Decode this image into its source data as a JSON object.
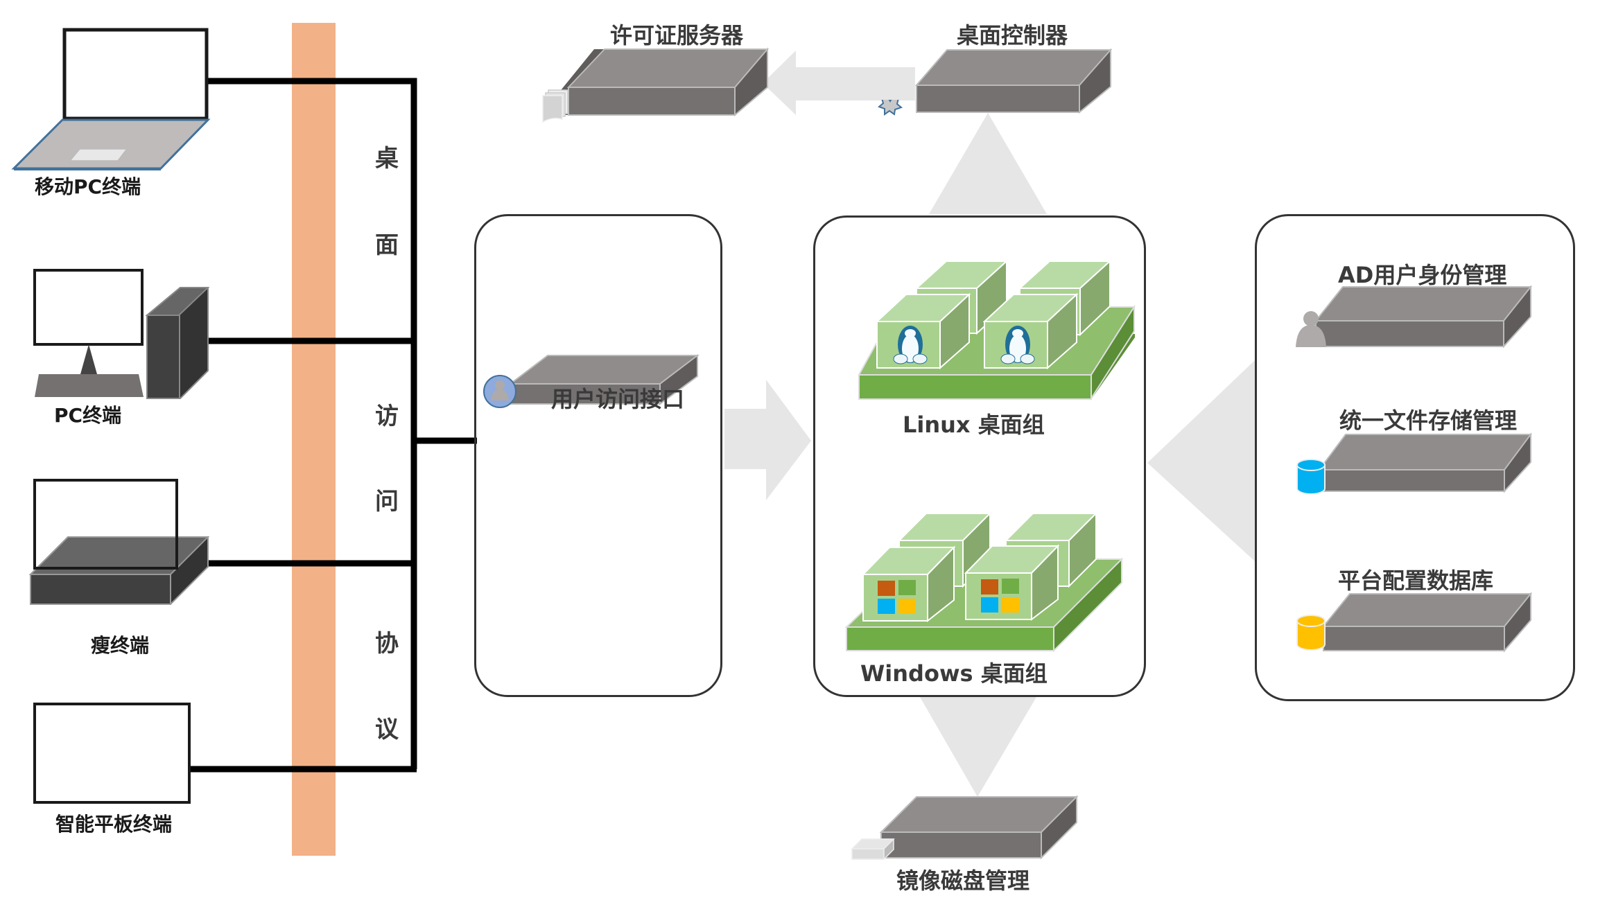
{
  "diagram": {
    "type": "cloud desktop architecture",
    "protocol_bar": {
      "label_chars": [
        "桌",
        "面",
        "访",
        "问",
        "协",
        "议"
      ],
      "color": "#f2b186"
    },
    "terminals": [
      {
        "id": "mobile-pc",
        "label": "移动PC终端"
      },
      {
        "id": "pc",
        "label": "PC终端"
      },
      {
        "id": "thin-client",
        "label": "瘦终端"
      },
      {
        "id": "tablet",
        "label": "智能平板终端"
      }
    ],
    "access": {
      "label": "用户访问接口"
    },
    "top_servers": [
      {
        "id": "license",
        "label": "许可证服务器"
      },
      {
        "id": "controller",
        "label": "桌面控制器"
      }
    ],
    "desktop_groups": [
      {
        "id": "linux",
        "label": "Linux 桌面组",
        "icon": "tux-penguin"
      },
      {
        "id": "windows",
        "label": "Windows 桌面组",
        "icon": "windows-logo"
      }
    ],
    "image_disk": {
      "label": "镜像磁盘管理"
    },
    "management": [
      {
        "id": "ad",
        "label": "AD用户身份管理",
        "icon": "user"
      },
      {
        "id": "storage",
        "label": "统一文件存储管理",
        "icon": "database",
        "icon_color": "#00b0f0"
      },
      {
        "id": "config-db",
        "label": "平台配置数据库",
        "icon": "database",
        "icon_color": "#ffc000"
      }
    ],
    "colors": {
      "server_top": "#8f8c8b",
      "server_front": "#747170",
      "server_side": "#5f5c5b",
      "arrow": "#e6e6e6",
      "green_light": "#b8dba5",
      "green_mid": "#a9d18e",
      "green_dark": "#70ad47",
      "win_red": "#c55a11",
      "win_green": "#70ad47",
      "win_blue": "#00b0f0",
      "win_yellow": "#ffc000"
    }
  }
}
